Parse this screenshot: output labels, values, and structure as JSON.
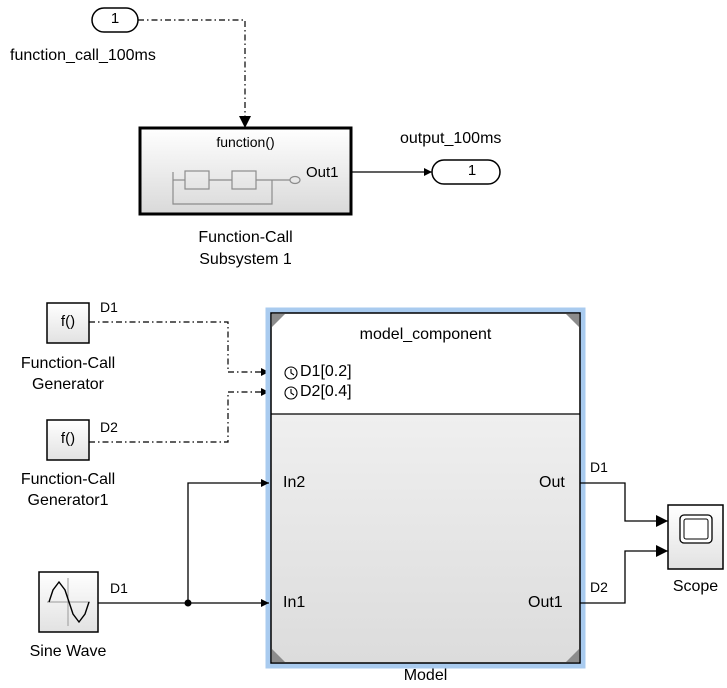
{
  "inport": {
    "number": "1",
    "name": "function_call_100ms"
  },
  "fcs_block": {
    "trigger_label": "function()",
    "out_port": "Out1",
    "name_line1": "Function-Call",
    "name_line2": "Subsystem 1"
  },
  "outport": {
    "signal_name": "output_100ms",
    "number": "1"
  },
  "fcg1": {
    "symbol": "f()",
    "signal": "D1",
    "name_line1": "Function-Call",
    "name_line2": "Generator"
  },
  "fcg2": {
    "symbol": "f()",
    "signal": "D2",
    "name_line1": "Function-Call",
    "name_line2": "Generator1"
  },
  "model_block": {
    "title": "model_component",
    "event_port_1": "D1[0.2]",
    "event_port_2": "D2[0.4]",
    "in_port_2": "In2",
    "in_port_1": "In1",
    "out_port_top": "Out",
    "out_port_bottom": "Out1",
    "name": "Model",
    "highlight_color": "#a9cbef"
  },
  "sine_wave": {
    "name": "Sine Wave",
    "signal": "D1"
  },
  "scope": {
    "name": "Scope"
  },
  "out_signals": {
    "top": "D1",
    "bottom": "D2"
  }
}
